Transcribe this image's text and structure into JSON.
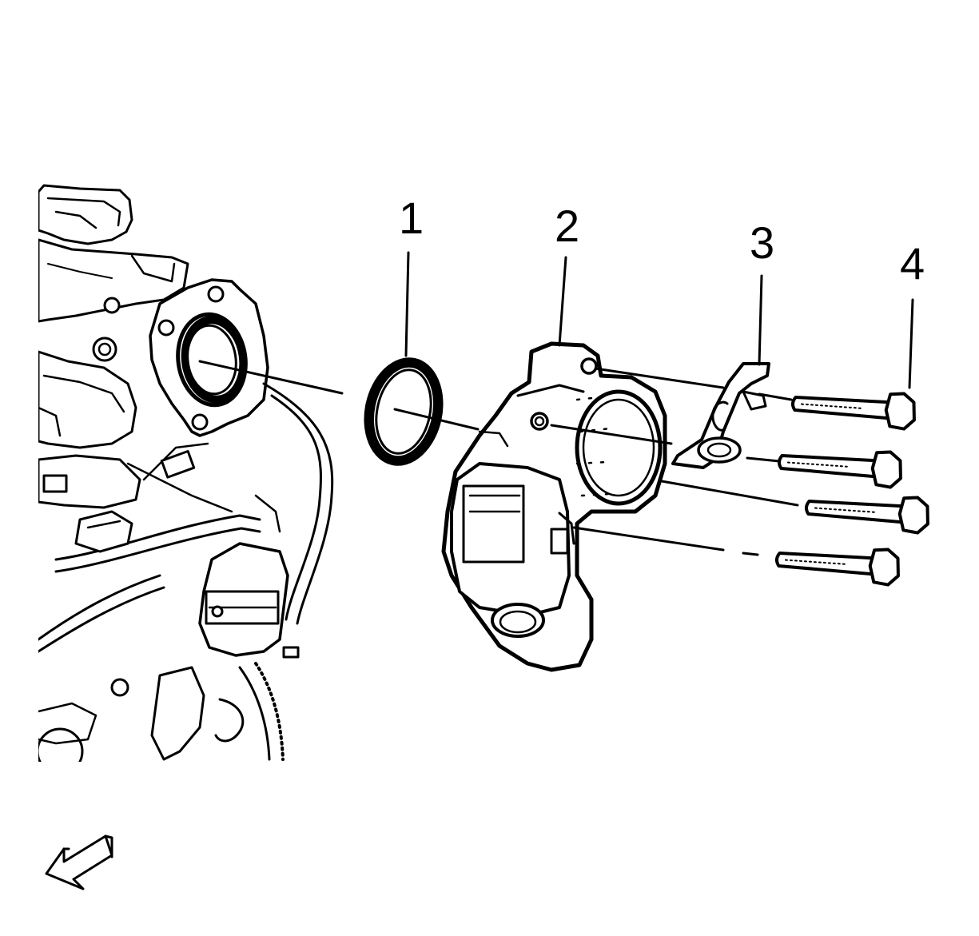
{
  "diagram": {
    "callouts": [
      {
        "id": "1",
        "label": "1"
      },
      {
        "id": "2",
        "label": "2"
      },
      {
        "id": "3",
        "label": "3"
      },
      {
        "id": "4",
        "label": "4"
      }
    ],
    "colors": {
      "ink": "#000000",
      "background": "#ffffff"
    },
    "icons": [
      "front-of-vehicle-arrow-icon"
    ]
  }
}
